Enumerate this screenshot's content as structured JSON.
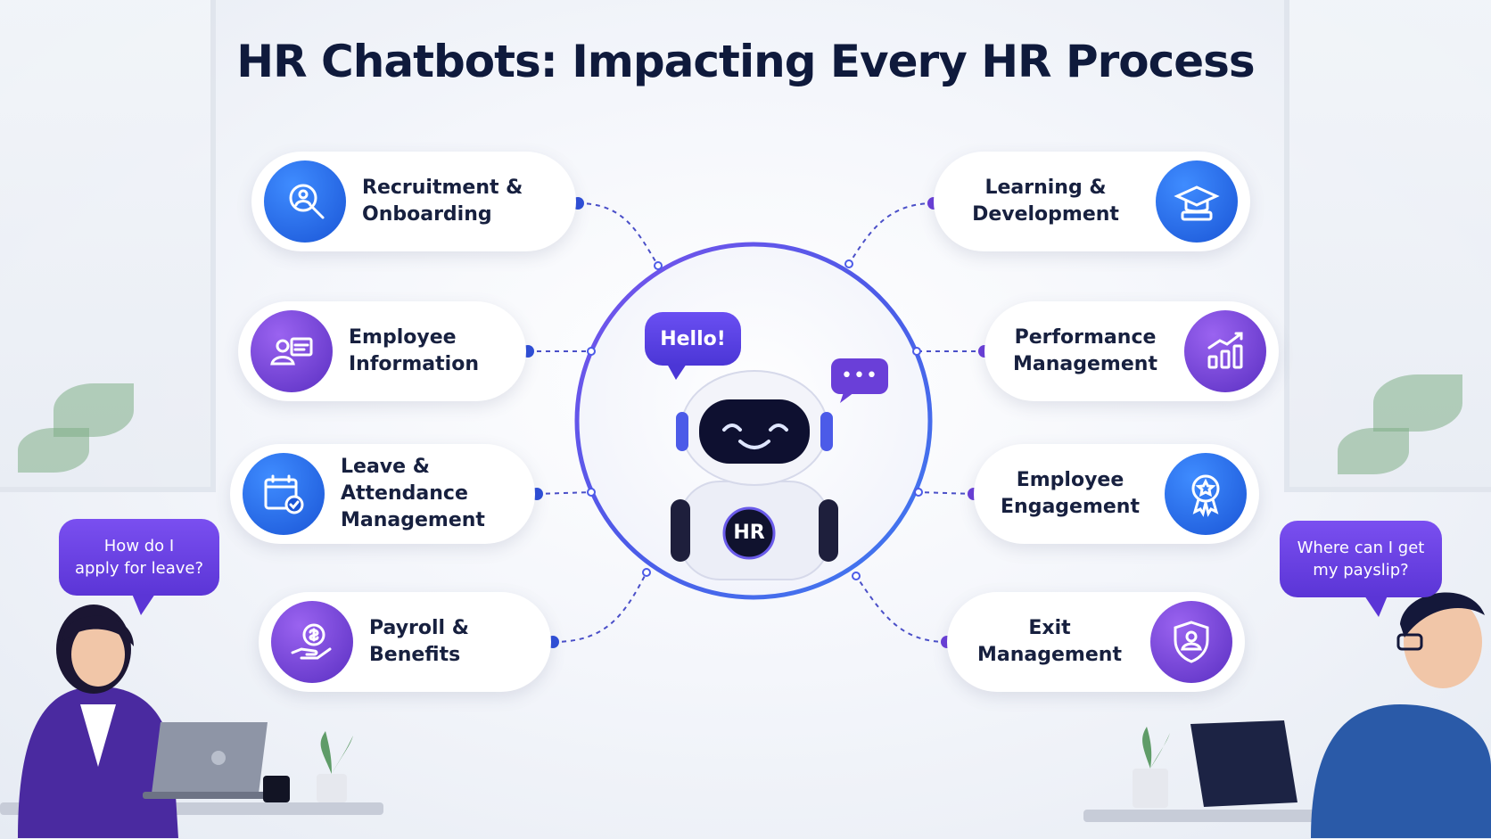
{
  "title": "HR Chatbots: Impacting Every HR Process",
  "colors": {
    "blue": "#1f5fe0",
    "purple": "#6a3fd8",
    "ring": "#5b4ae0",
    "title": "#0f1a3c"
  },
  "left_items": [
    {
      "line1": "Recruitment &",
      "line2": "Onboarding",
      "icon": "recruitment-search-icon"
    },
    {
      "line1": "Employee",
      "line2": "Information",
      "icon": "employee-info-icon"
    },
    {
      "line1": "Leave & Attendance",
      "line2": "Management",
      "icon": "calendar-check-icon"
    },
    {
      "line1": "Payroll &",
      "line2": "Benefits",
      "icon": "payroll-hand-icon"
    }
  ],
  "right_items": [
    {
      "line1": "Learning &",
      "line2": "Development",
      "icon": "graduation-cap-icon"
    },
    {
      "line1": "Performance",
      "line2": "Management",
      "icon": "bar-chart-growth-icon"
    },
    {
      "line1": "Employee",
      "line2": "Engagement",
      "icon": "award-badge-icon"
    },
    {
      "line1": "Exit",
      "line2": "Management",
      "icon": "shield-user-icon"
    }
  ],
  "bot": {
    "greeting": "Hello!",
    "badge": "HR",
    "typing": "•••"
  },
  "people": {
    "left_question_line1": "How do I",
    "left_question_line2": "apply for leave?",
    "right_question_line1": "Where can I get",
    "right_question_line2": "my payslip?"
  }
}
